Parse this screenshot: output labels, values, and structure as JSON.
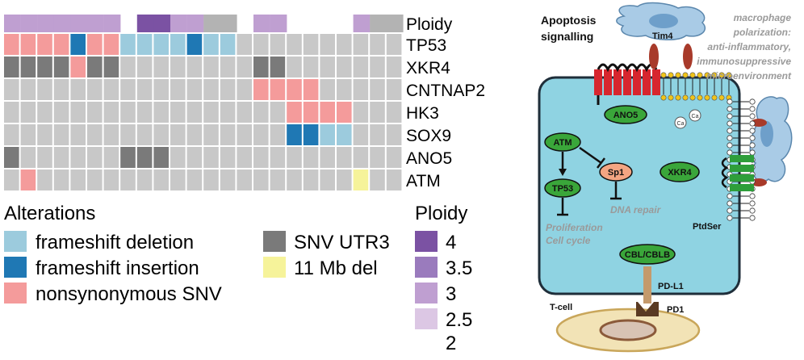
{
  "oncoprint": {
    "ploidy_label": "Ploidy",
    "genes": [
      {
        "name": "TP53"
      },
      {
        "name": "XKR4"
      },
      {
        "name": "CNTNAP2"
      },
      {
        "name": "HK3"
      },
      {
        "name": "SOX9"
      },
      {
        "name": "ANO5"
      },
      {
        "name": "ATM"
      }
    ],
    "ploidy_row": [
      "3",
      "3",
      "3",
      "3",
      "3",
      "3",
      "3",
      "",
      "4",
      "4",
      "3",
      "3",
      "2.5",
      "2.5",
      "",
      "3",
      "3",
      "",
      "",
      "",
      "",
      "3",
      "2.5",
      "2.5"
    ],
    "matrix": [
      [
        "nsSNV",
        "nsSNV",
        "nsSNV",
        "nsSNV",
        "fs_ins",
        "nsSNV",
        "nsSNV",
        "fs_del",
        "fs_del",
        "fs_del",
        "fs_del",
        "fs_ins",
        "fs_del",
        "fs_del",
        "",
        "",
        "",
        "",
        "",
        "",
        "",
        "",
        "",
        ""
      ],
      [
        "utr3",
        "utr3",
        "utr3",
        "utr3",
        "nsSNV",
        "utr3",
        "utr3",
        "",
        "",
        "",
        "",
        "",
        "",
        "",
        "",
        "utr3",
        "utr3",
        "",
        "",
        "",
        "",
        "",
        "",
        ""
      ],
      [
        "",
        "",
        "",
        "",
        "",
        "",
        "",
        "",
        "",
        "",
        "",
        "",
        "",
        "",
        "",
        "nsSNV",
        "nsSNV",
        "nsSNV",
        "nsSNV",
        "",
        "",
        "",
        "",
        ""
      ],
      [
        "",
        "",
        "",
        "",
        "",
        "",
        "",
        "",
        "",
        "",
        "",
        "",
        "",
        "",
        "",
        "",
        "",
        "nsSNV",
        "nsSNV",
        "nsSNV",
        "nsSNV",
        "",
        "",
        ""
      ],
      [
        "",
        "",
        "",
        "",
        "",
        "",
        "",
        "",
        "",
        "",
        "",
        "",
        "",
        "",
        "",
        "",
        "",
        "fs_ins",
        "fs_ins",
        "fs_del",
        "fs_del",
        "",
        "",
        ""
      ],
      [
        "utr3",
        "",
        "",
        "",
        "",
        "",
        "",
        "utr3",
        "utr3",
        "utr3",
        "",
        "",
        "",
        "",
        "",
        "",
        "",
        "",
        "",
        "",
        "",
        "",
        "",
        ""
      ],
      [
        "",
        "nsSNV",
        "",
        "",
        "",
        "",
        "",
        "",
        "",
        "",
        "",
        "",
        "",
        "",
        "",
        "",
        "",
        "",
        "",
        "",
        "",
        "del11",
        "",
        ""
      ]
    ],
    "colors": {
      "empty": "#c8c8c8",
      "fs_del": "#9ccbdd",
      "fs_ins": "#1f78b4",
      "nsSNV": "#f49b9b",
      "utr3": "#7a7a7a",
      "del11": "#f6f39a",
      "ploidy_4": "#7b52a3",
      "ploidy_3.5": "#9a7bbd",
      "ploidy_3": "#bf9fd1",
      "ploidy_2.5": "#b3b3b3",
      "ploidy_2": "#ffffff"
    }
  },
  "legend": {
    "alterations_title": "Alterations",
    "alterations": [
      {
        "label": "frameshift deletion",
        "key": "fs_del"
      },
      {
        "label": "frameshift insertion",
        "key": "fs_ins"
      },
      {
        "label": "nonsynonymous SNV",
        "key": "nsSNV"
      },
      {
        "label": "SNV UTR3",
        "key": "utr3"
      },
      {
        "label": "11 Mb del",
        "key": "del11"
      }
    ],
    "ploidy_title": "Ploidy",
    "ploidy": [
      {
        "label": "4",
        "color": "#7b52a3"
      },
      {
        "label": "3.5",
        "color": "#9a7bbd"
      },
      {
        "label": "3",
        "color": "#bf9fd1"
      },
      {
        "label": "2.5",
        "color": "#dcc7e4"
      },
      {
        "label": "2",
        "color": ""
      }
    ]
  },
  "diagram": {
    "apoptosis_1": "Apoptosis",
    "apoptosis_2": "signalling",
    "tim4": "Tim4",
    "macrophage_lines": [
      "macrophage",
      "polarization:",
      "anti-inflammatory,",
      "immunosuppressive",
      "microenvironment"
    ],
    "ano5": "ANO5",
    "ca": "Ca",
    "atm": "ATM",
    "sp1": "Sp1",
    "tp53": "TP53",
    "dna_repair": "DNA repair",
    "proliferation": "Proliferation",
    "cell_cycle": "Cell cycle",
    "xkr4": "XKR4",
    "ptdser": "PtdSer",
    "cbl": "CBL/CBLB",
    "pdl1": "PD-L1",
    "tcell": "T-cell",
    "pd1": "PD1"
  }
}
